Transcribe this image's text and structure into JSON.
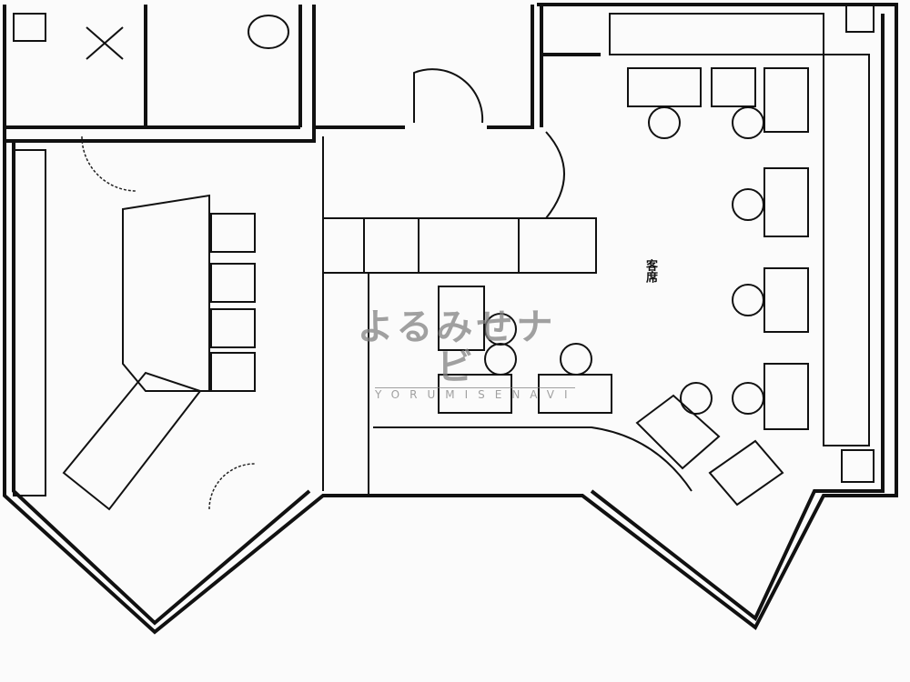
{
  "floor_plan": {
    "room_label": "客席"
  },
  "watermark": {
    "main": "よるみせナビ",
    "sub": "YORUMISENAVI"
  }
}
